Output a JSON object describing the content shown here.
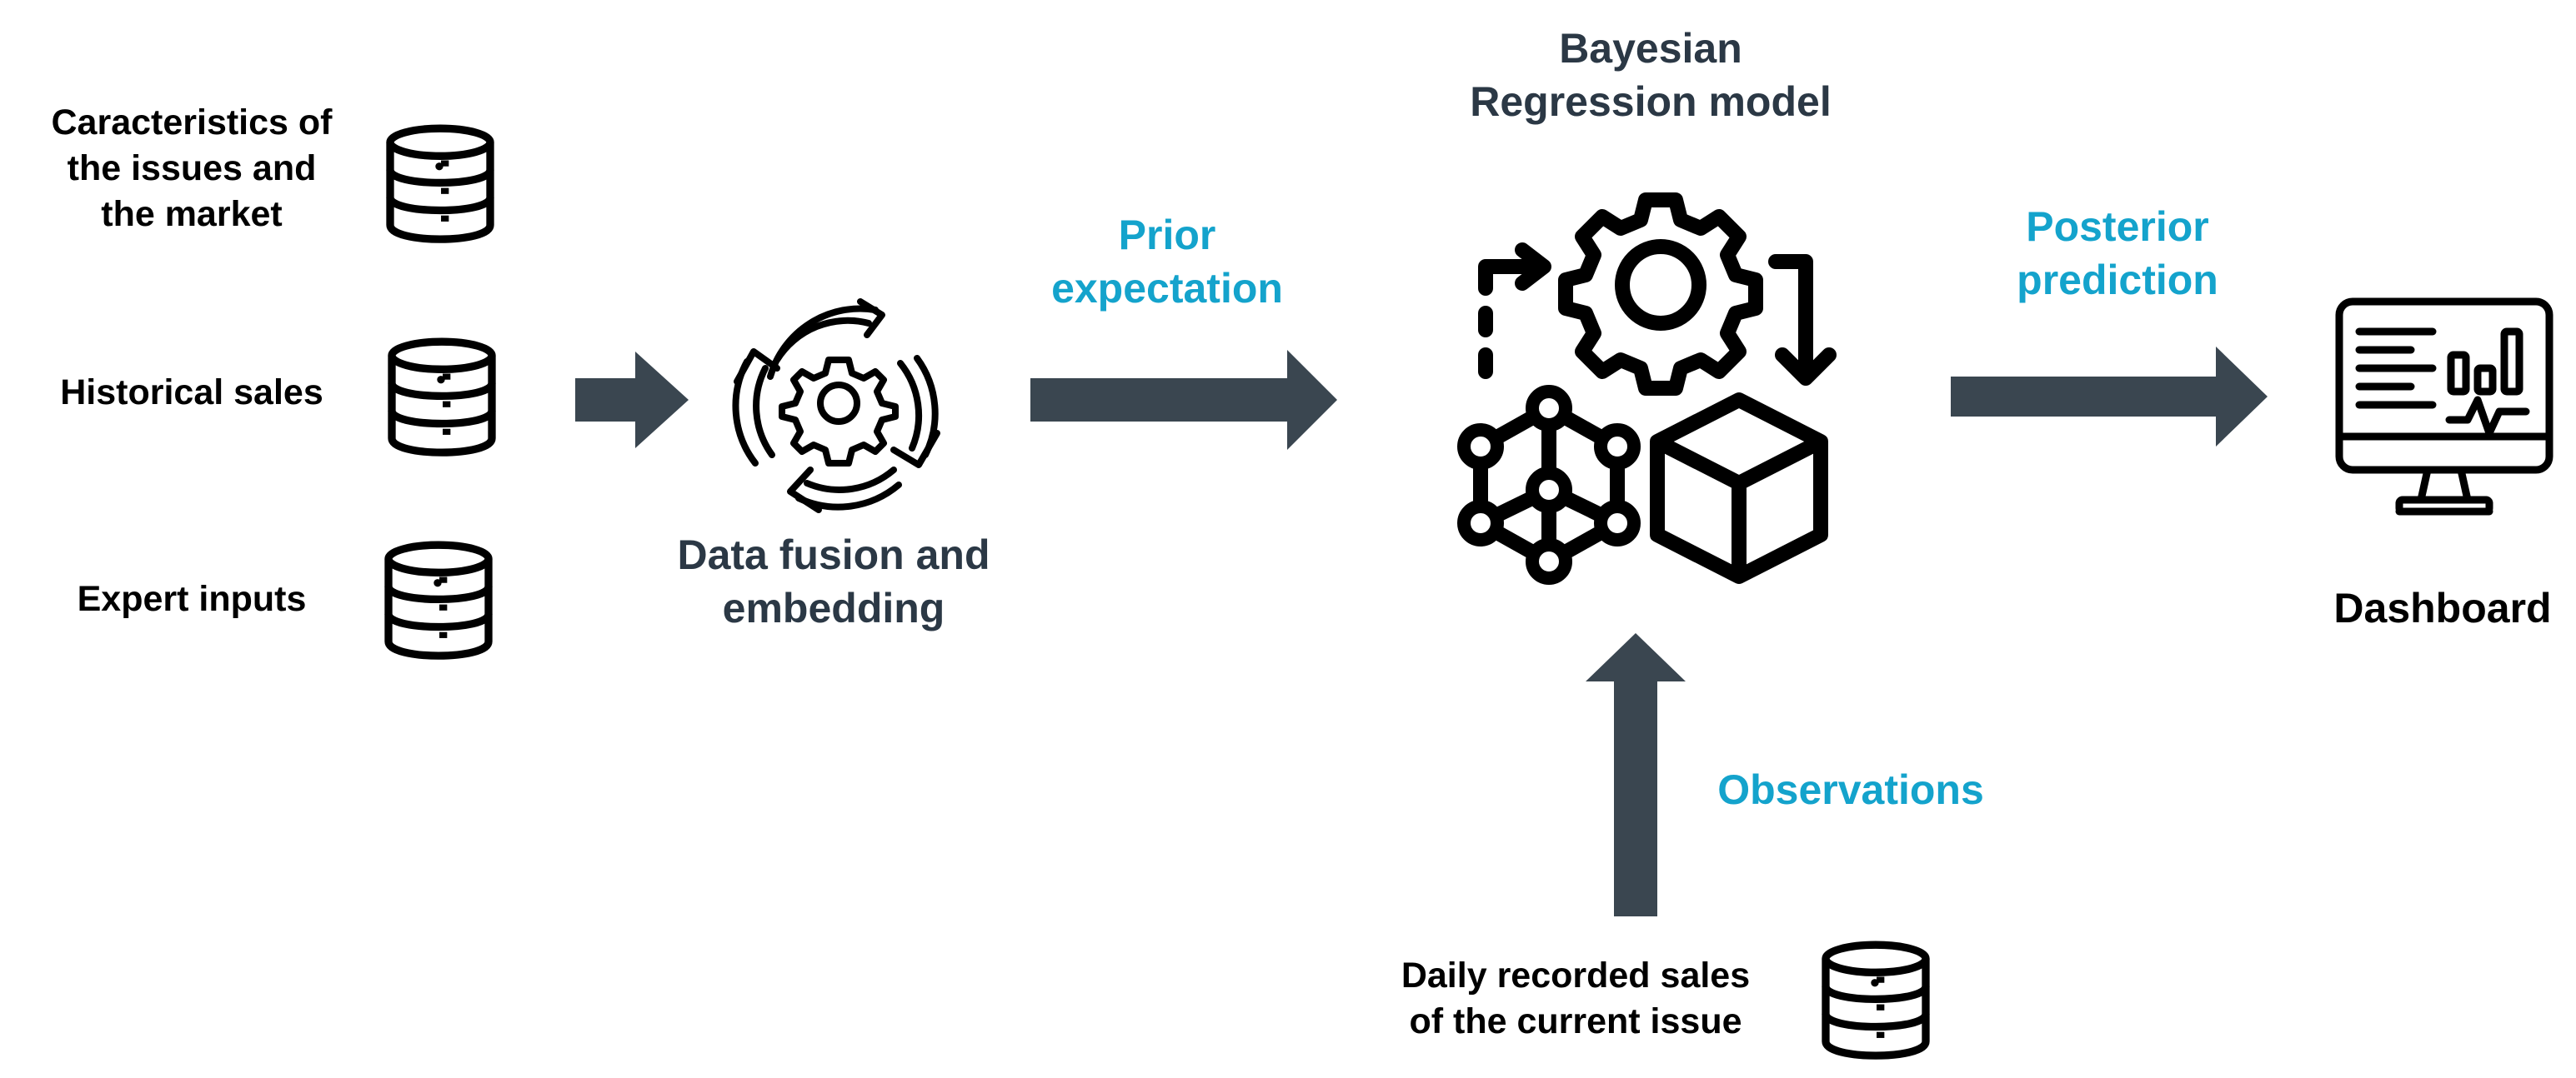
{
  "inputs": {
    "characteristics": "Caracteristics of\nthe issues and\nthe market",
    "historical": "Historical sales",
    "expert": "Expert inputs"
  },
  "fusion": {
    "label": "Data fusion and\nembedding"
  },
  "prior": {
    "label": "Prior\nexpectation"
  },
  "model": {
    "title": "Bayesian\nRegression model"
  },
  "posterior": {
    "label": "Posterior\nprediction"
  },
  "dashboard": {
    "label": "Dashboard"
  },
  "observations": {
    "label": "Observations",
    "source": "Daily recorded sales\nof the current issue"
  },
  "colors": {
    "arrow": "#3a4650",
    "accent_text": "#14a3cc",
    "heading_text": "#2b3845",
    "icon": "#000000"
  },
  "icons": {
    "database": "database-icon",
    "fusion": "gear-cycle-icon",
    "model": "gear-network-cube-icon",
    "dashboard": "monitor-dashboard-icon"
  }
}
